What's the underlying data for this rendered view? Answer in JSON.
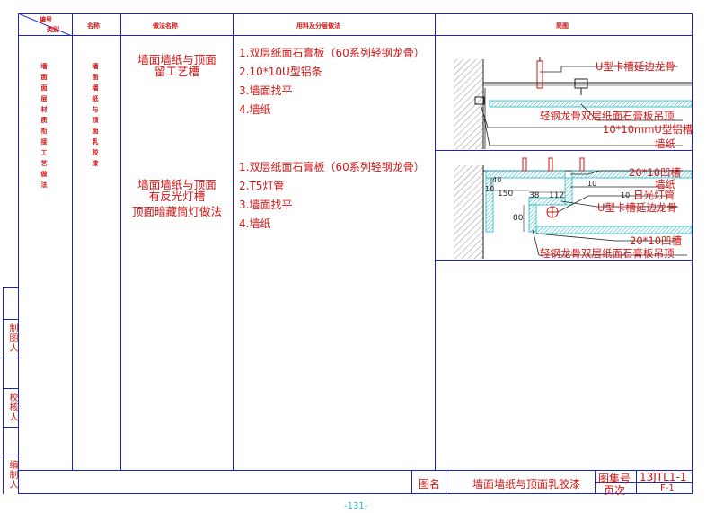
{
  "header": {
    "code": "编号",
    "category": "类别",
    "name": "名称",
    "practice_name": "做法名称",
    "material": "用料及分层做法",
    "detail": "简图"
  },
  "category_text": "墙面面层材质衔接工艺做法",
  "name_text": "墙面墙纸与顶面乳胶漆",
  "row1": {
    "title_lines": [
      "墙面墙纸与顶面",
      "留工艺槽"
    ],
    "items": [
      "1.双层纸面石膏板（60系列轻钢龙骨）",
      "2.10*10U型铝条",
      "3.墙面找平",
      "4.墙纸"
    ]
  },
  "row2": {
    "title_lines": [
      "墙面墙纸与顶面",
      "有反光灯槽",
      "顶面暗藏筒灯做法"
    ],
    "items": [
      "1.双层纸面石膏板（60系列轻钢龙骨）",
      "2.T5灯管",
      "3.墙面找平",
      "4.墙纸"
    ]
  },
  "diagram1": {
    "labels": [
      "U型卡槽延边龙骨",
      "轻钢龙骨双层纸面石膏板吊顶",
      "10*10mmU型铝槽",
      "墙纸"
    ]
  },
  "diagram2": {
    "labels": [
      "20*10凹槽",
      "墙纸",
      "日光灯管",
      "U型卡槽延边龙骨",
      "20*10凹槽",
      "轻钢龙骨双层纸面石膏板吊顶"
    ],
    "dims": [
      "150",
      "38",
      "112",
      "10",
      "40",
      "80",
      "10",
      "10"
    ]
  },
  "side": {
    "drawer": "制图人",
    "checker": "校核人",
    "editor": "编制人"
  },
  "title_block": {
    "drawing_name_label": "图名",
    "drawing_name": "墙面墙纸与顶面乳胶漆",
    "set_no_label": "图集号",
    "set_no": "13JTL1-1",
    "page_label": "页次",
    "page": "F-1"
  },
  "page_number": "-131-",
  "colors": {
    "frame": "#1a22c8",
    "text": "#d21414",
    "hatch": "#1fb7c5",
    "drawing": "#222222"
  }
}
